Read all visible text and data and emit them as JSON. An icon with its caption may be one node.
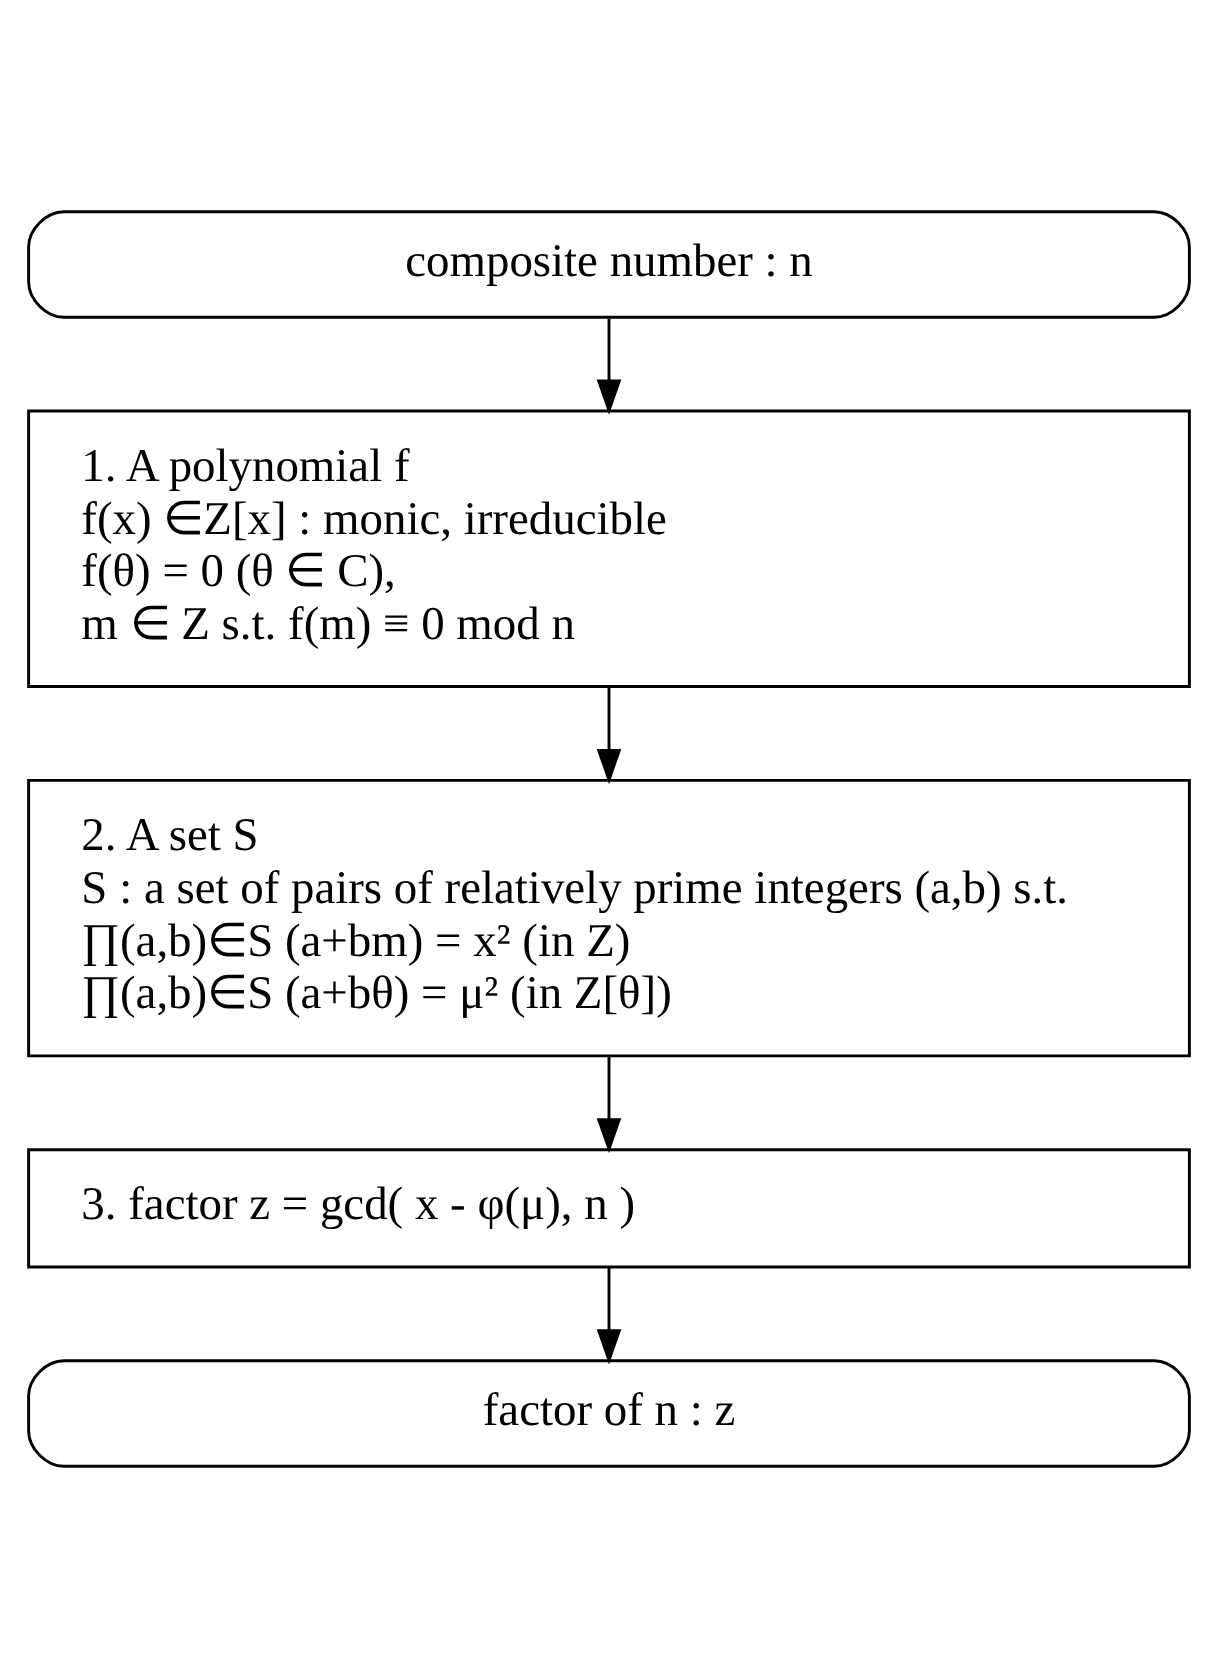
{
  "diagram": {
    "nodes": [
      {
        "text": [
          "composite number : n"
        ]
      },
      {
        "text": [
          "1. A polynomial f",
          "f(x) ∈Z[x] : monic, irreducible",
          "f(θ) = 0 (θ ∈ C),",
          "m ∈ Z s.t. f(m) ≡ 0 mod n"
        ]
      },
      {
        "text": [
          "2. A set S",
          "S : a set of pairs of relatively prime integers (a,b) s.t.",
          "∏(a,b)∈S (a+bm) = x² (in Z)",
          "∏(a,b)∈S (a+bθ) = μ² (in Z[θ])"
        ]
      },
      {
        "text": [
          "3. factor z = gcd( x - φ(μ), n )"
        ]
      },
      {
        "text": [
          "factor of n : z"
        ]
      }
    ],
    "edges": [
      {
        "from": 0,
        "to": 1,
        "arrow": "to"
      },
      {
        "from": 1,
        "to": 2,
        "arrow": "to"
      },
      {
        "from": 2,
        "to": 3,
        "arrow": "to"
      },
      {
        "from": 3,
        "to": 4,
        "arrow": "to"
      }
    ]
  }
}
